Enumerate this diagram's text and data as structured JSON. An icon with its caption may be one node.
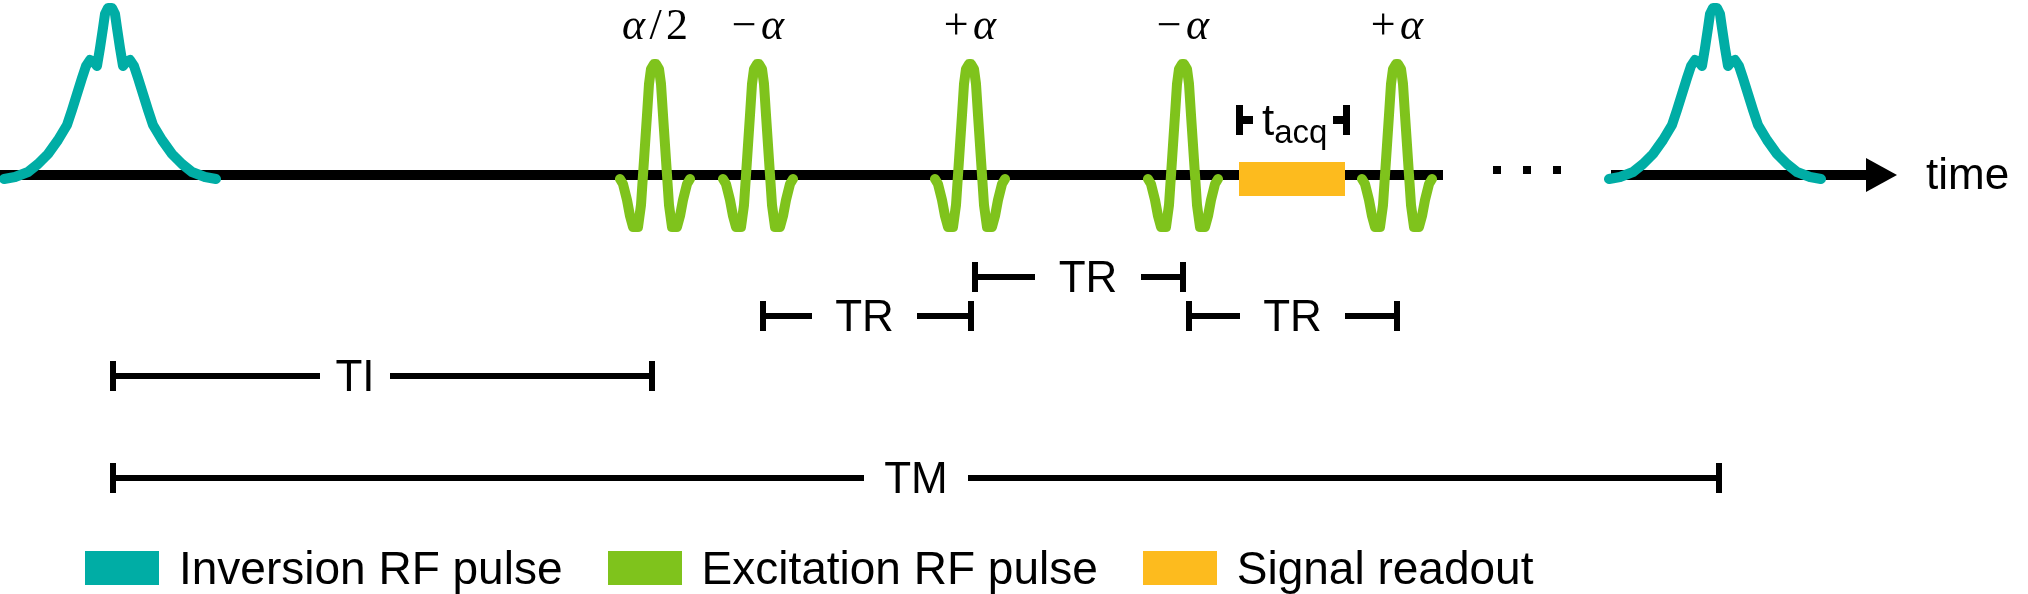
{
  "diagram": {
    "nodes": [
      {
        "text": [],
        "shape": "pulse"
      },
      {
        "text": [
          "*α*/2"
        ]
      },
      {
        "text": [
          "−*α*"
        ]
      },
      {
        "text": [
          "+*α*"
        ]
      },
      {
        "text": [
          "−*α*"
        ]
      },
      {
        "text": [],
        "shape": "bar",
        "beside": [
          "t$_{acq}$"
        ]
      },
      {
        "text": [
          "+*α*"
        ]
      },
      {
        "text": [],
        "shape": "pulse"
      }
    ],
    "labels": [
      "time",
      "TR",
      "TR",
      "TR",
      "TI",
      "TM"
    ],
    "legend": [
      {
        "text": "Inversion RF pulse",
        "color": "#00ada5"
      },
      {
        "text": "Excitation RF pulse",
        "color": "#7fc31c"
      },
      {
        "text": "Signal readout",
        "color": "#fdbb1e"
      }
    ]
  }
}
